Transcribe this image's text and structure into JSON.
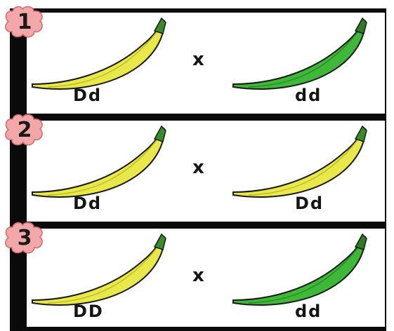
{
  "colors": {
    "frame": "#0a0a0a",
    "panel": "#ffffff",
    "yellow_pod": "#e9e84a",
    "green_pod": "#3fb83a",
    "badge_fill": "#f4a7a9",
    "badge_stroke": "#d06a6e"
  },
  "crosses": [
    {
      "number": "1",
      "parent1": {
        "genotype": "Dd",
        "pod": "yellow"
      },
      "symbol": "x",
      "parent2": {
        "genotype": "dd",
        "pod": "green"
      }
    },
    {
      "number": "2",
      "parent1": {
        "genotype": "Dd",
        "pod": "yellow"
      },
      "symbol": "x",
      "parent2": {
        "genotype": "Dd",
        "pod": "yellow"
      }
    },
    {
      "number": "3",
      "parent1": {
        "genotype": "DD",
        "pod": "yellow"
      },
      "symbol": "x",
      "parent2": {
        "genotype": "dd",
        "pod": "green"
      }
    }
  ]
}
